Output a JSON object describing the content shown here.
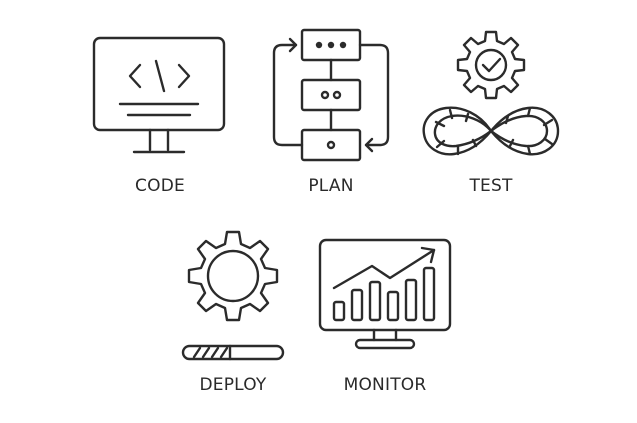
{
  "stages": [
    {
      "label": "CODE",
      "icon": "code-monitor-icon"
    },
    {
      "label": "PLAN",
      "icon": "flowchart-icon"
    },
    {
      "label": "TEST",
      "icon": "gear-check-infinity-icon"
    },
    {
      "label": "DEPLOY",
      "icon": "gear-progress-icon"
    },
    {
      "label": "MONITOR",
      "icon": "chart-monitor-icon"
    }
  ],
  "colors": {
    "stroke": "#2b2b2b",
    "background": "#ffffff"
  }
}
